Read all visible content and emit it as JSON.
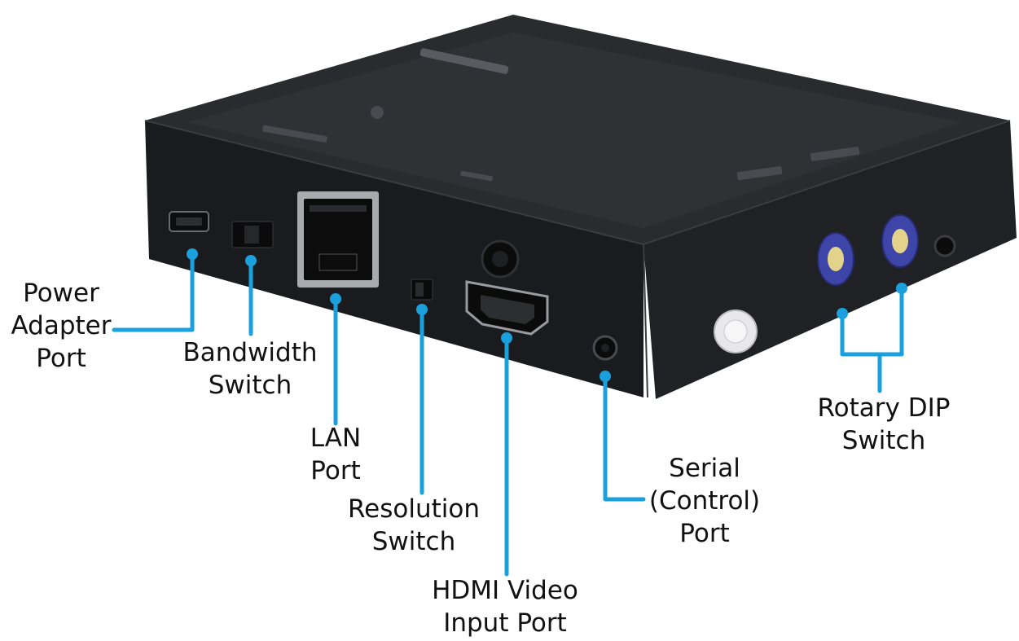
{
  "accent_color": "#1aa0dc",
  "device": {
    "body_color": "#1e1f22",
    "panel_color": "#151618",
    "top_color": "#2a2b2e",
    "dial_color": "#3d46a8"
  },
  "callouts": {
    "power": {
      "line1": "Power",
      "line2": "Adapter",
      "line3": "Port"
    },
    "bandwidth": {
      "line1": "Bandwidth",
      "line2": "Switch"
    },
    "lan": {
      "line1": "LAN",
      "line2": "Port"
    },
    "resolution": {
      "line1": "Resolution",
      "line2": "Switch"
    },
    "hdmi": {
      "line1": "HDMI Video",
      "line2": "Input Port"
    },
    "serial": {
      "line1": "Serial",
      "line2": "(Control)",
      "line3": "Port"
    },
    "rotary": {
      "line1": "Rotary DIP",
      "line2": "Switch"
    }
  },
  "icons": [
    "usb-port-icon",
    "rj45-port-icon",
    "hdmi-port-icon",
    "audio-jack-icon",
    "rotary-dial-icon"
  ]
}
